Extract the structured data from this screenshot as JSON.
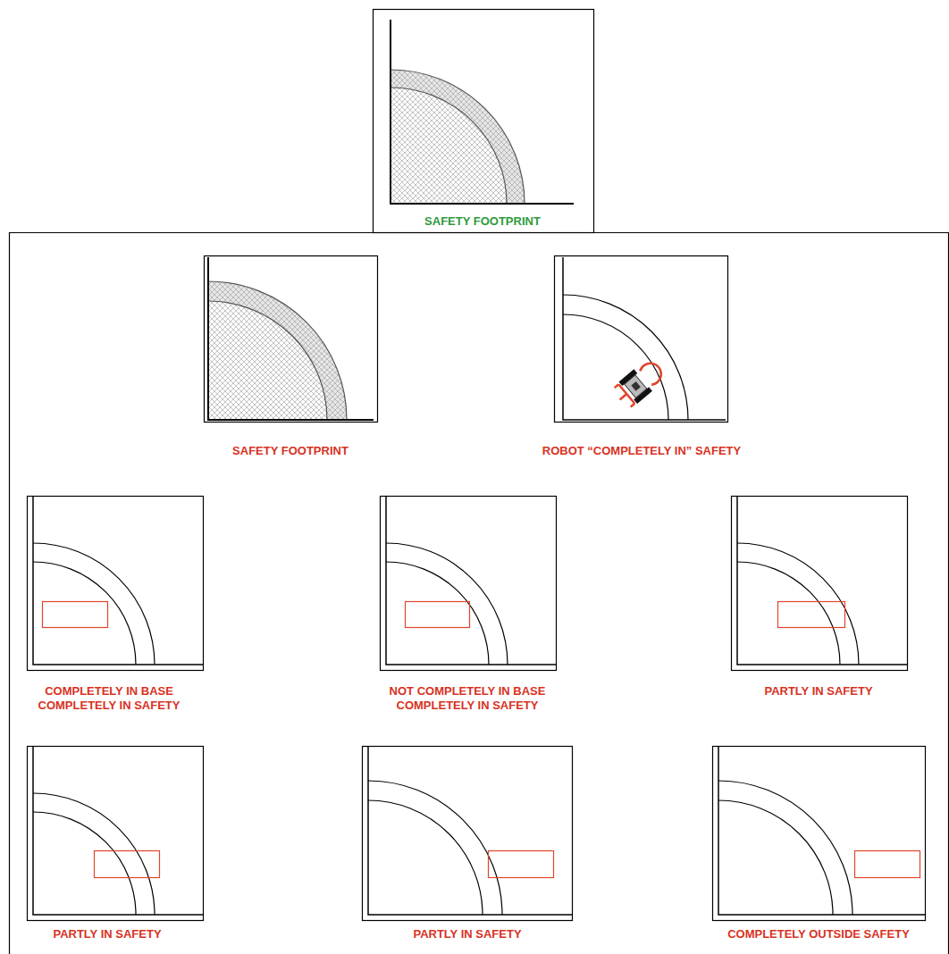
{
  "diagram": {
    "nodes": [
      {
        "text": [
          "SAFETY FOOTPRINT"
        ]
      },
      {
        "text": [
          "SAFETY FOOTPRINT"
        ]
      },
      {
        "text": [
          "ROBOT “COMPLETELY IN” SAFETY"
        ]
      },
      {
        "text": [
          "COMPLETELY IN BASE",
          "COMPLETELY IN SAFETY"
        ]
      },
      {
        "text": [
          "NOT COMPLETELY IN BASE",
          "COMPLETELY IN SAFETY"
        ]
      },
      {
        "text": [
          "PARTLY IN SAFETY"
        ]
      },
      {
        "text": [
          "PARTLY IN SAFETY"
        ]
      },
      {
        "text": [
          "PARTLY IN SAFETY"
        ]
      },
      {
        "text": [
          "COMPLETELY OUTSIDE SAFETY"
        ]
      }
    ]
  }
}
